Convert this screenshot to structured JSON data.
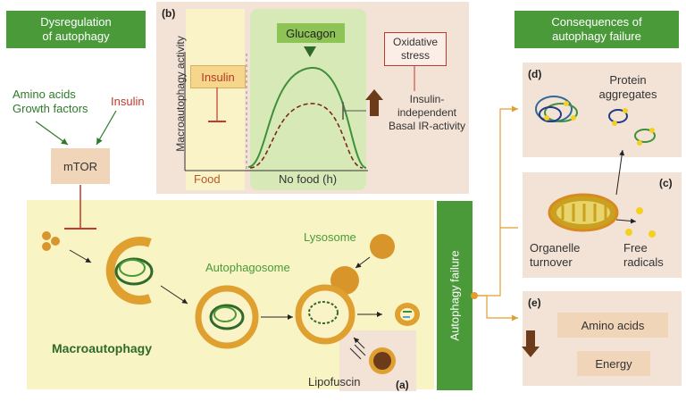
{
  "left_banner": "Dysregulation\nof autophagy",
  "right_banner": "Consequences of\nautophagy failure",
  "inputs": {
    "amino_acids": "Amino acids",
    "growth_factors": "Growth factors",
    "insulin": "Insulin"
  },
  "mtor": "mTOR",
  "panel_b": {
    "letter": "(b)",
    "y_axis": "Macroautophagy activity",
    "insulin": "Insulin",
    "food": "Food",
    "no_food": "No food (h)",
    "glucagon": "Glucagon",
    "oxidative_stress": "Oxidative\nstress",
    "basal_ir": "Insulin-\nindependent\nBasal IR-activity"
  },
  "macro": {
    "title": "Macroautophagy",
    "autophagosome": "Autophagosome",
    "lysosome": "Lysosome",
    "lipofuscin": "Lipofuscin",
    "letter_a": "(a)"
  },
  "failure_bar": "Autophagy failure",
  "panel_d": {
    "letter": "(d)",
    "protein_aggregates": "Protein\naggregates"
  },
  "panel_c": {
    "letter": "(c)",
    "organelle_turnover": "Organelle\nturnover",
    "free_radicals": "Free\nradicals"
  },
  "panel_e": {
    "letter": "(e)",
    "amino_acids": "Amino acids",
    "energy": "Energy"
  },
  "colors": {
    "green_banner": "#4a9a3a",
    "panel_bg": "#f3e3d6",
    "yellow_bg": "#f8f4c4",
    "orange": "#e0a030",
    "green_curve": "#3f8f3a",
    "brown_arrow": "#6b3b1a",
    "insulin_red": "#c0392b"
  }
}
